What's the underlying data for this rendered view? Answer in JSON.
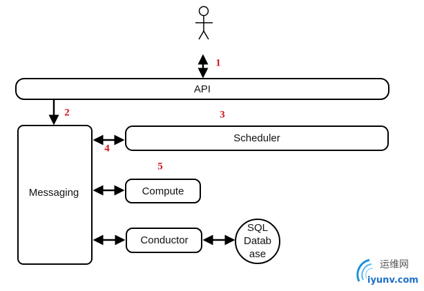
{
  "components": {
    "api": "API",
    "messaging": "Messaging",
    "scheduler": "Scheduler",
    "compute": "Compute",
    "conductor": "Conductor",
    "database": [
      "SQL",
      "Datab",
      "ase"
    ]
  },
  "steps": [
    "1",
    "2",
    "3",
    "4",
    "5"
  ],
  "step_color": "#d0141c",
  "watermark": {
    "chinese": "运维网",
    "url": "iyunv.com"
  }
}
